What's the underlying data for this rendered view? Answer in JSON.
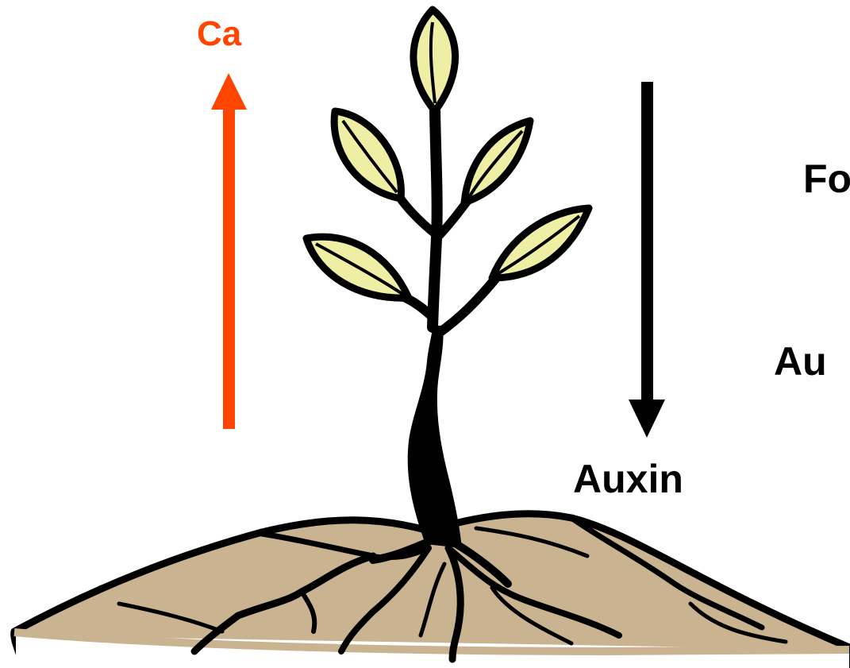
{
  "labels": {
    "calcium": "Ca",
    "auxin": "Auxin",
    "right_line_1": "Fo",
    "right_line_2": "Au"
  },
  "colors": {
    "calcium_arrow": "#ff4500",
    "auxin_arrow": "#000000",
    "leaf_fill": "#eeeea5",
    "soil_fill": "#c9b391",
    "outline": "#000000"
  },
  "arrows": [
    {
      "name": "calcium-arrow",
      "direction": "up"
    },
    {
      "name": "auxin-arrow",
      "direction": "down"
    }
  ]
}
